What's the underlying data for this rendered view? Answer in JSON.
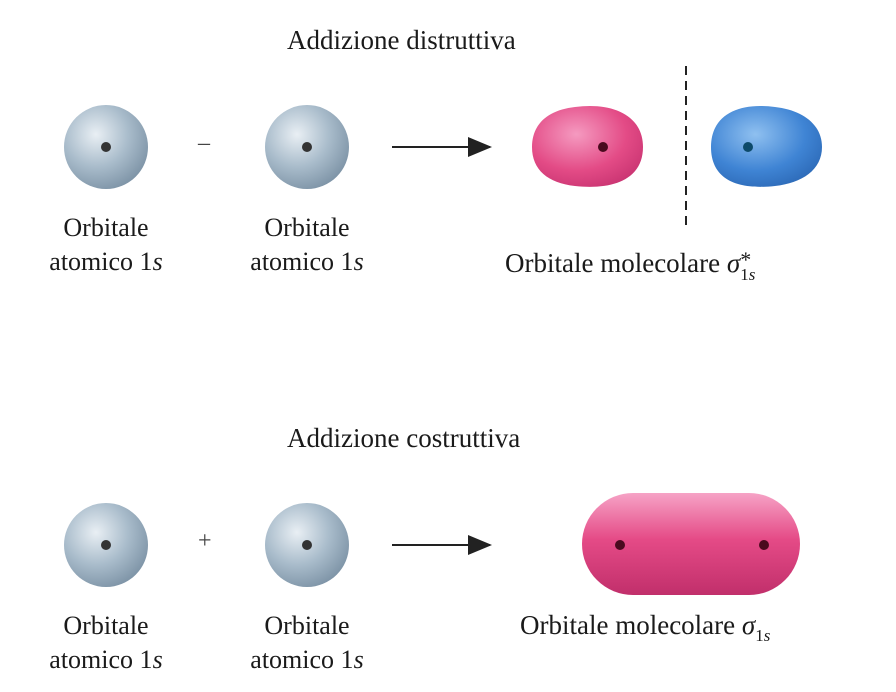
{
  "destructive": {
    "title": "Addizione distruttiva",
    "operator": "–",
    "ao1": {
      "line1": "Orbitale",
      "line2_prefix": "atomico 1",
      "line2_italic": "s"
    },
    "ao2": {
      "line1": "Orbitale",
      "line2_prefix": "atomico 1",
      "line2_italic": "s"
    },
    "mo_label": {
      "prefix": "Orbitale molecolare ",
      "symbol": "σ",
      "subscript_num": "1",
      "subscript_italic": "s",
      "superscript": "*"
    }
  },
  "constructive": {
    "title": "Addizione costruttiva",
    "operator": "+",
    "ao1": {
      "line1": "Orbitale",
      "line2_prefix": "atomico 1",
      "line2_italic": "s"
    },
    "ao2": {
      "line1": "Orbitale",
      "line2_prefix": "atomico 1",
      "line2_italic": "s"
    },
    "mo_label": {
      "prefix": "Orbitale molecolare ",
      "symbol": "σ",
      "subscript_num": "1",
      "subscript_italic": "s"
    }
  },
  "colors": {
    "atomic_orbital": "#9fb3c4",
    "bonding_lobe": "#e0457f",
    "antibonding_lobe_negative": "#3f84d4",
    "nucleus": "#4a0a1e"
  }
}
